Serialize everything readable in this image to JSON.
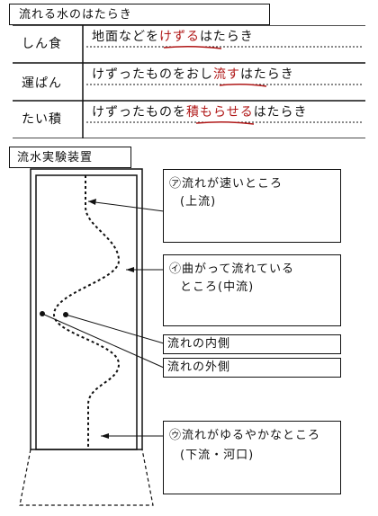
{
  "section1": {
    "title": "流れる水のはたらき",
    "rows": [
      {
        "term": "しん食",
        "before": "地面などを",
        "highlight": "けずる",
        "after": "はたらき"
      },
      {
        "term": "運ぱん",
        "before": "けずったものをおし",
        "highlight": "流す",
        "after": "はたらき"
      },
      {
        "term": "たい積",
        "before": "けずったものを",
        "highlight": "積もらせる",
        "after": "はたらき"
      }
    ]
  },
  "section2": {
    "title": "流水実験装置",
    "labels": {
      "a_line1": "㋐流れが速いところ",
      "a_line2": "(上流)",
      "b_line1": "㋑曲がって流れている",
      "b_line2": "ところ(中流)",
      "inner": "流れの内側",
      "outer": "流れの外側",
      "c_line1": "㋒流れがゆるやかなところ",
      "c_line2": "(下流・河口)"
    }
  },
  "colors": {
    "ink": "#111111",
    "highlight": "#b01818"
  }
}
